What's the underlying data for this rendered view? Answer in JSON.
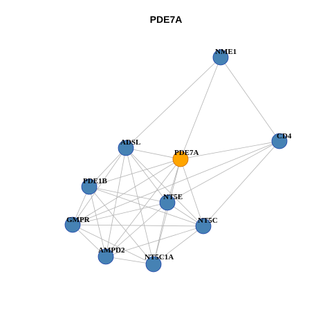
{
  "title": "PDE7A",
  "colors": {
    "node_fill": "#4682b4",
    "node_stroke": "#1c3fa8",
    "hub_fill": "#ffa500",
    "hub_stroke": "#c86400",
    "edge": "#b3b3b3"
  },
  "nodes": [
    {
      "id": "NME1",
      "label": "NME1",
      "hub": false
    },
    {
      "id": "CD4",
      "label": "CD4",
      "hub": false
    },
    {
      "id": "ADSL",
      "label": "ADSL",
      "hub": false
    },
    {
      "id": "PDE7A",
      "label": "PDE7A",
      "hub": true
    },
    {
      "id": "PDE1B",
      "label": "PDE1B",
      "hub": false
    },
    {
      "id": "NT5E",
      "label": "NT5E",
      "hub": false
    },
    {
      "id": "GMPR",
      "label": "GMPR",
      "hub": false
    },
    {
      "id": "NT5C",
      "label": "NT5C",
      "hub": false
    },
    {
      "id": "AMPD2",
      "label": "AMPD2",
      "hub": false
    },
    {
      "id": "NT5C1A",
      "label": "NT5C1A",
      "hub": false
    }
  ],
  "edges": [
    [
      "NME1",
      "ADSL"
    ],
    [
      "NME1",
      "PDE7A"
    ],
    [
      "NME1",
      "CD4"
    ],
    [
      "CD4",
      "PDE7A"
    ],
    [
      "CD4",
      "NT5C"
    ],
    [
      "CD4",
      "NT5E"
    ],
    [
      "CD4",
      "GMPR"
    ],
    [
      "ADSL",
      "PDE7A"
    ],
    [
      "ADSL",
      "PDE1B"
    ],
    [
      "ADSL",
      "GMPR"
    ],
    [
      "ADSL",
      "NT5E"
    ],
    [
      "ADSL",
      "NT5C"
    ],
    [
      "ADSL",
      "AMPD2"
    ],
    [
      "ADSL",
      "NT5C1A"
    ],
    [
      "PDE7A",
      "PDE1B"
    ],
    [
      "PDE7A",
      "NT5E"
    ],
    [
      "PDE7A",
      "GMPR"
    ],
    [
      "PDE7A",
      "AMPD2"
    ],
    [
      "PDE7A",
      "NT5C"
    ],
    [
      "PDE7A",
      "NT5C1A"
    ],
    [
      "PDE1B",
      "NT5E"
    ],
    [
      "PDE1B",
      "NT5C"
    ],
    [
      "PDE1B",
      "GMPR"
    ],
    [
      "PDE1B",
      "AMPD2"
    ],
    [
      "PDE1B",
      "NT5C1A"
    ],
    [
      "NT5E",
      "GMPR"
    ],
    [
      "NT5E",
      "AMPD2"
    ],
    [
      "NT5E",
      "NT5C1A"
    ],
    [
      "NT5E",
      "NT5C"
    ],
    [
      "GMPR",
      "NT5C"
    ],
    [
      "GMPR",
      "AMPD2"
    ],
    [
      "GMPR",
      "NT5C1A"
    ],
    [
      "NT5C",
      "AMPD2"
    ],
    [
      "NT5C",
      "NT5C1A"
    ],
    [
      "AMPD2",
      "NT5C1A"
    ]
  ]
}
